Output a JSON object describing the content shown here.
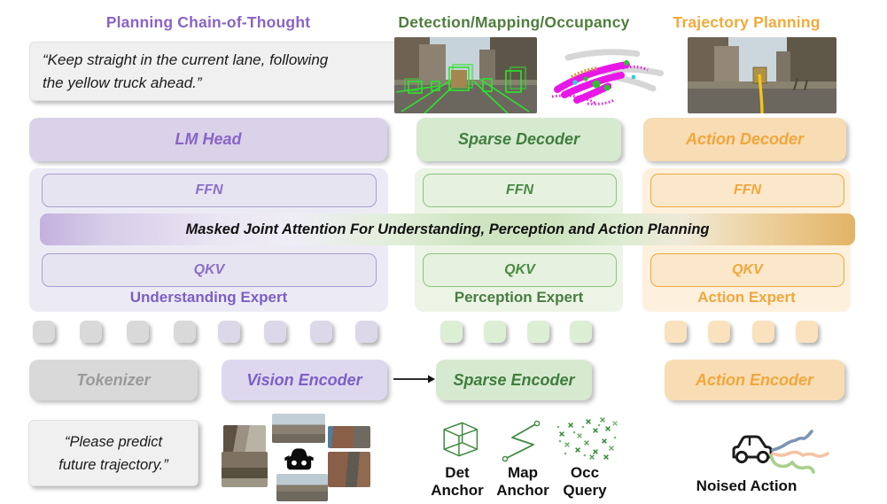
{
  "headers": {
    "planning_cot": "Planning Chain-of-Thought",
    "detection": "Detection/Mapping/Occupancy",
    "trajectory": "Trajectory Planning"
  },
  "speech": {
    "cot_output_line1": "“Keep straight in the current lane, following",
    "cot_output_line2": "the yellow truck ahead.”",
    "user_prompt_line1": "“Please predict",
    "user_prompt_line2": "future trajectory.”"
  },
  "blocks": {
    "lm_head": "LM Head",
    "sparse_decoder": "Sparse Decoder",
    "action_decoder": "Action Decoder",
    "ffn": "FFN",
    "qkv": "QKV",
    "attention": "Masked Joint Attention For Understanding, Perception and Action Planning",
    "understanding_expert": "Understanding Expert",
    "perception_expert": "Perception Expert",
    "action_expert": "Action Expert"
  },
  "encoders": {
    "tokenizer": "Tokenizer",
    "vision": "Vision Encoder",
    "sparse": "Sparse Encoder",
    "action": "Action Encoder"
  },
  "anchors": {
    "det_line1": "Det",
    "det_line2": "Anchor",
    "map_line1": "Map",
    "map_line2": "Anchor",
    "occ_line1": "Occ",
    "occ_line2": "Query"
  },
  "noised_action_label": "Noised Action",
  "icons": {
    "det_anchor": "wireframe-cube-icon",
    "map_anchor": "polyline-icon",
    "occ_query": "scatter-crosses-icon",
    "ego_vehicle": "car-front-icon",
    "noised_action": "car-side-icon",
    "flow": "right-arrow-icon"
  },
  "colors": {
    "purple_accent": "#8a63c6",
    "purple_fill": "#d9d2e9",
    "purple_container": "#ecebf5",
    "green_accent": "#4e7e3c",
    "green_box_text": "#3f7d3f",
    "green_fill": "#d6ead0",
    "green_container": "#ebf4e5",
    "orange_accent": "#f0a73c",
    "orange_fill": "#f7dcb4",
    "orange_container": "#fdf0dd",
    "gray_fill": "#d9d9d9",
    "detection_overlay_green": "#2fe32f",
    "trajectory_line_yellow": "#f5c518",
    "noised_blue": "#7b94b5",
    "noised_salmon": "#f5c3a4",
    "noised_green": "#a8d08d",
    "pointcloud_magenta": "#e817e8"
  }
}
